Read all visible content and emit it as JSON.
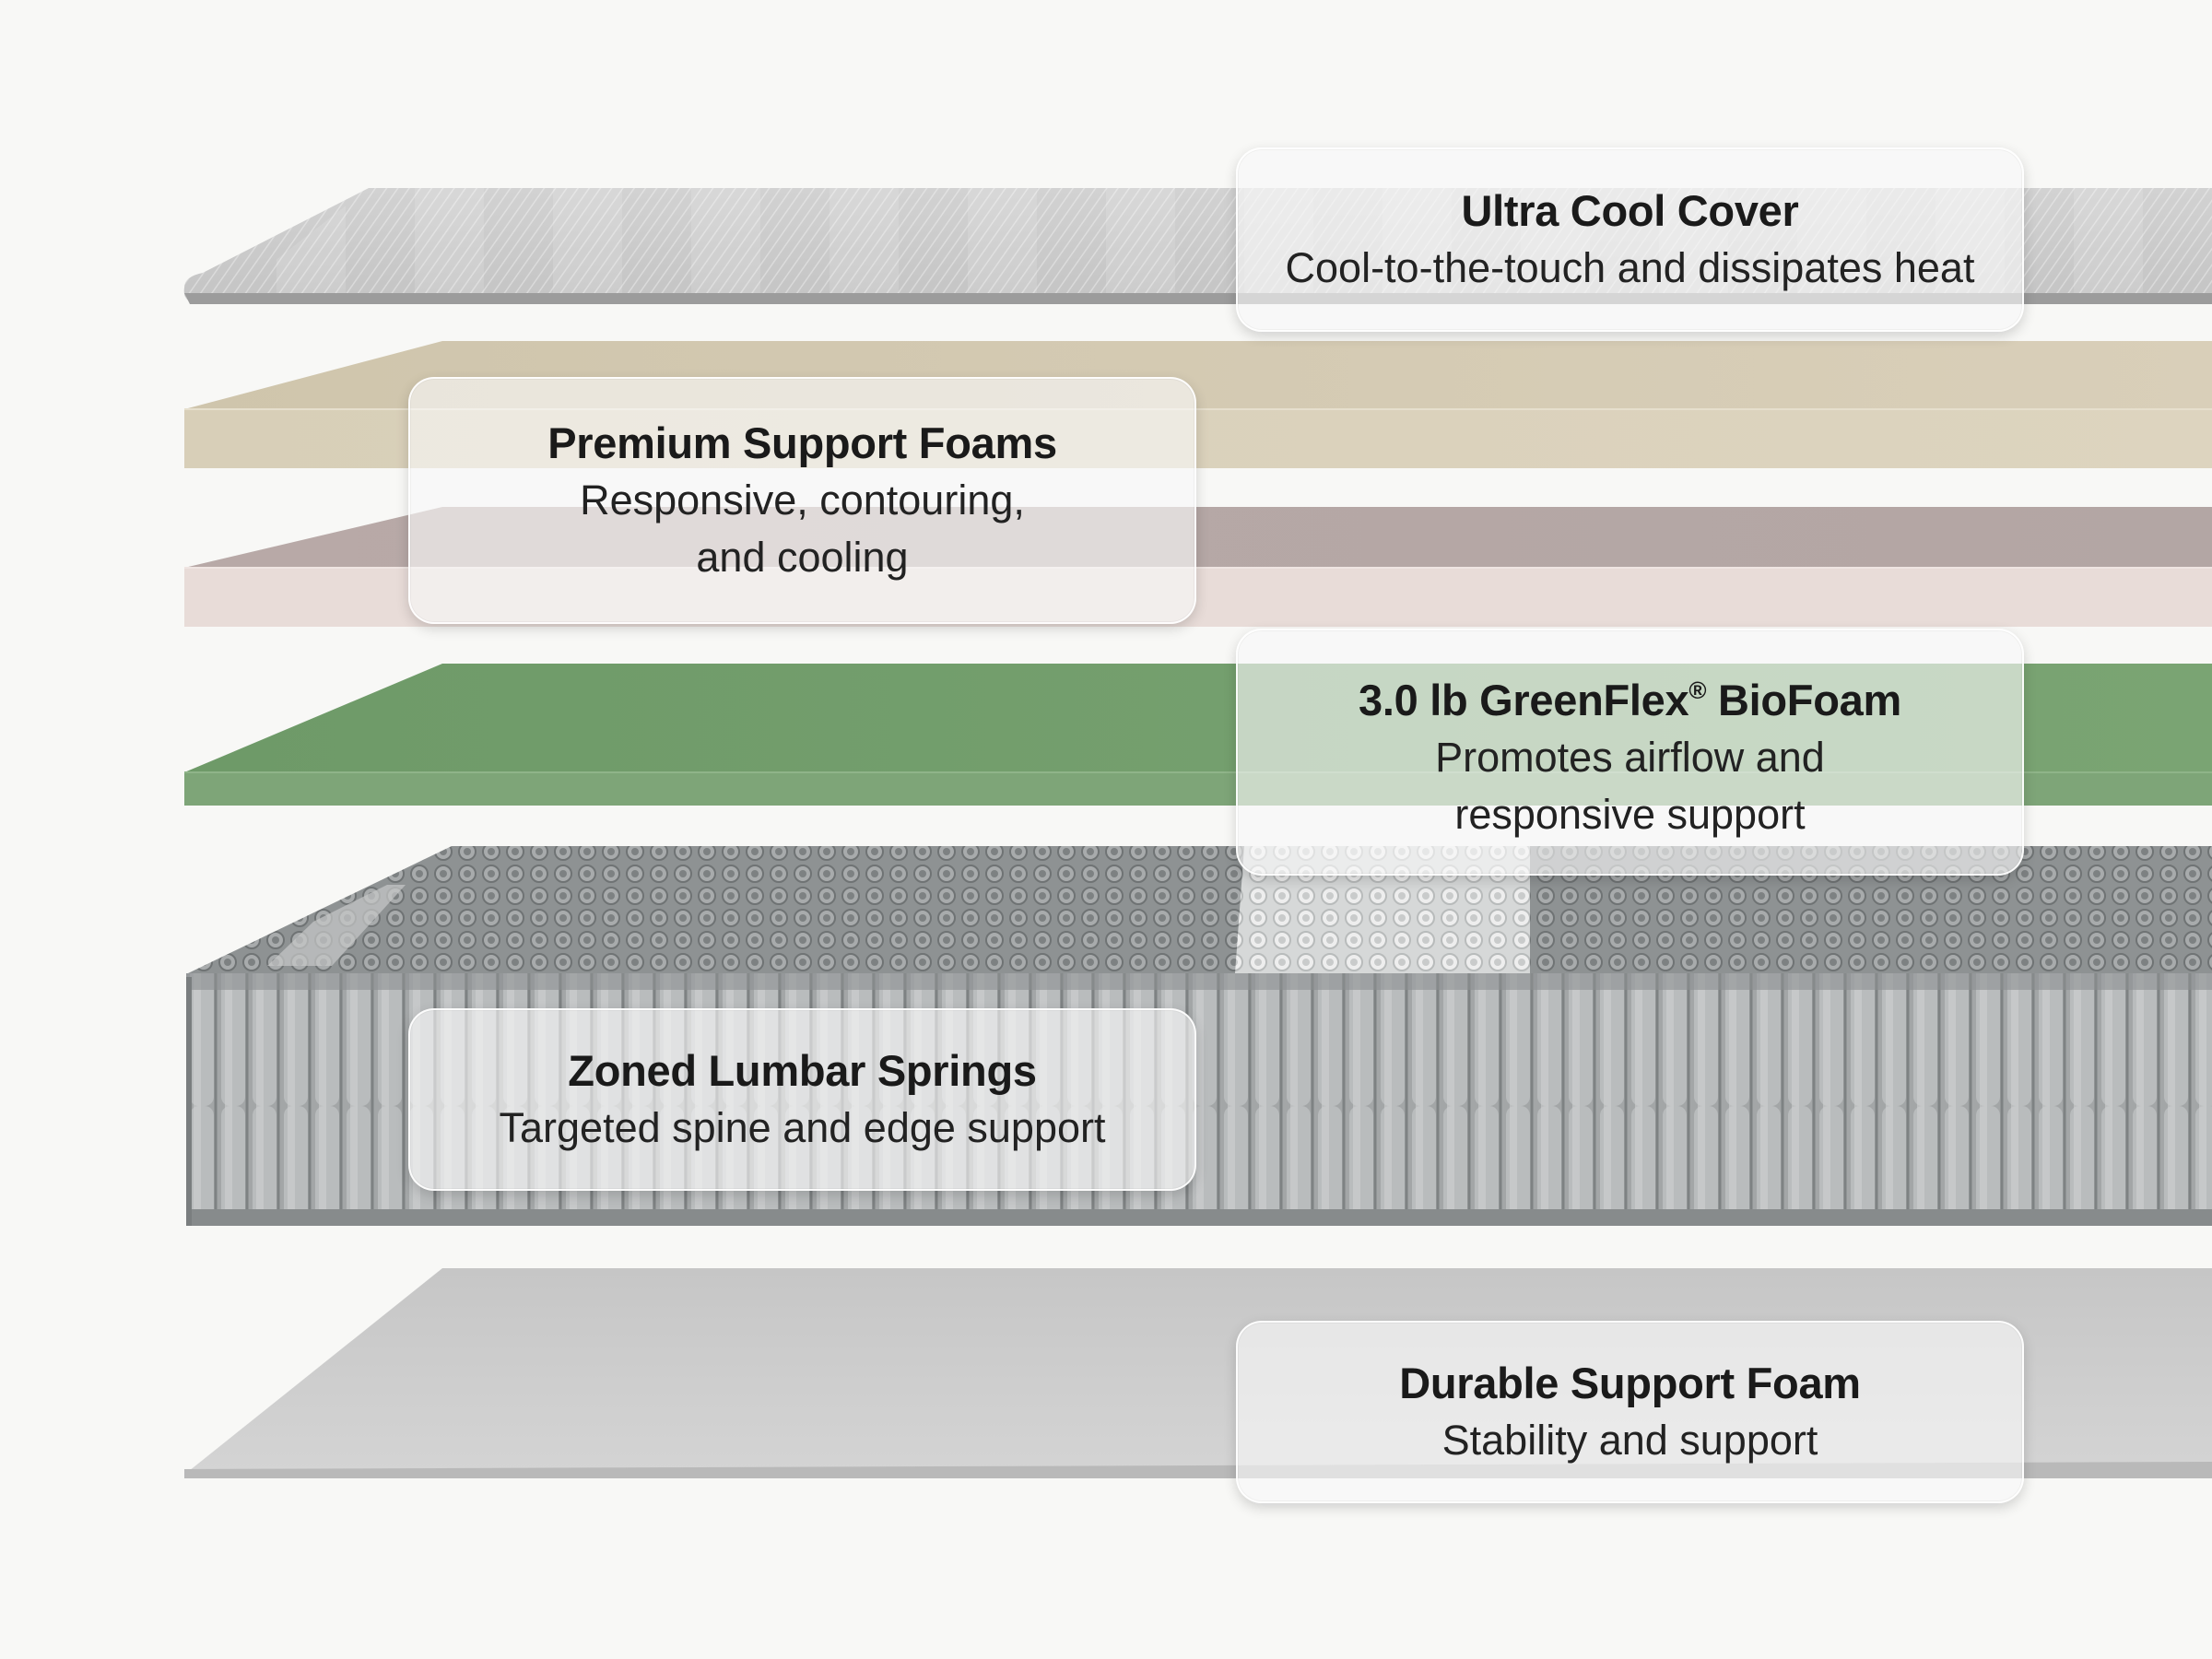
{
  "layers": [
    {
      "key": "cover",
      "title": "Ultra Cool Cover",
      "description": [
        "Cool-to-the-touch and dissipates heat"
      ],
      "color": "#d9d9d9"
    },
    {
      "key": "premium",
      "title": "Premium Support Foams",
      "description": [
        "Responsive, contouring,",
        "and cooling"
      ],
      "colors": [
        "#e3dccb",
        "#e8dcd8"
      ]
    },
    {
      "key": "greenflex",
      "title_prefix": "3.0 lb GreenFlex",
      "title_mark": "®",
      "title_suffix": " BioFoam",
      "description": [
        "Promotes airflow and",
        "responsive support"
      ],
      "color": "#7ea578"
    },
    {
      "key": "springs",
      "title": "Zoned Lumbar Springs",
      "description": [
        "Targeted spine and edge support"
      ],
      "color": "#9a9d9e"
    },
    {
      "key": "base",
      "title": "Durable Support Foam",
      "description": [
        "Stability and support"
      ],
      "color": "#d2d2d2"
    }
  ]
}
